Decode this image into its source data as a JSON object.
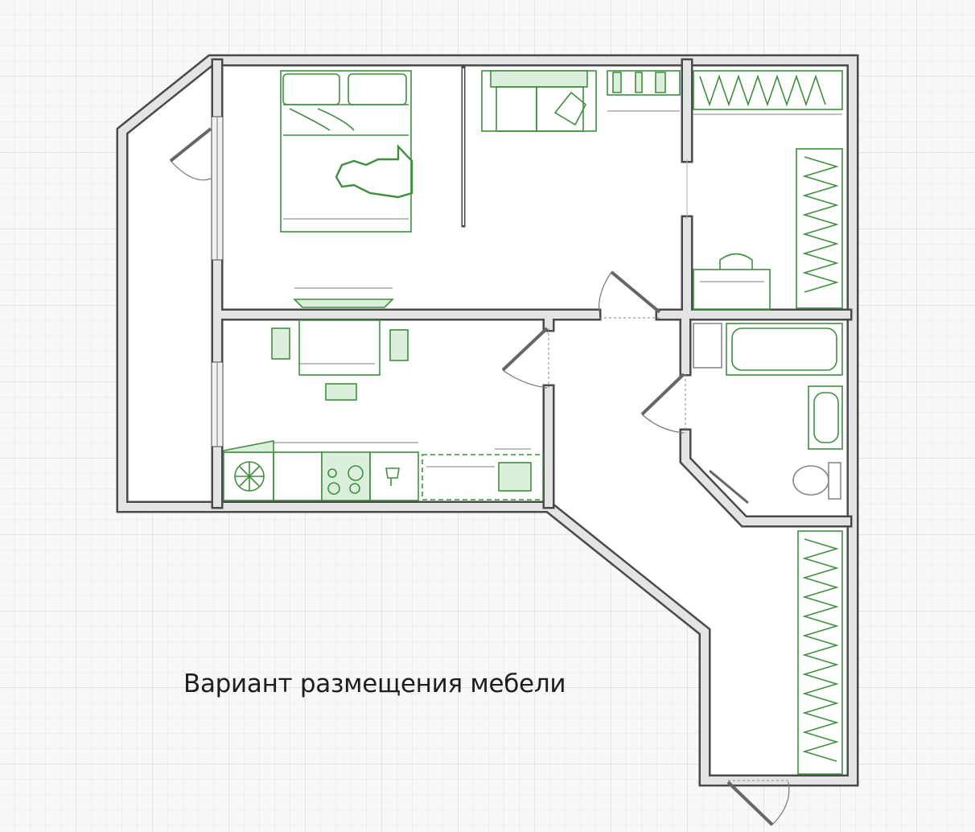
{
  "caption": "Вариант размещения мебели",
  "colors": {
    "background": "#f8f8f8",
    "grid_minor": "#e6e6e6",
    "grid_major": "#d6d6d6",
    "wall": "#4a4a4a",
    "furniture": "#3f8f3f",
    "furniture_fill": "#dcefdc"
  },
  "rooms": [
    "bedroom-living",
    "kitchen",
    "hallway",
    "dressing-room",
    "bathroom",
    "balcony",
    "corridor-storage"
  ]
}
